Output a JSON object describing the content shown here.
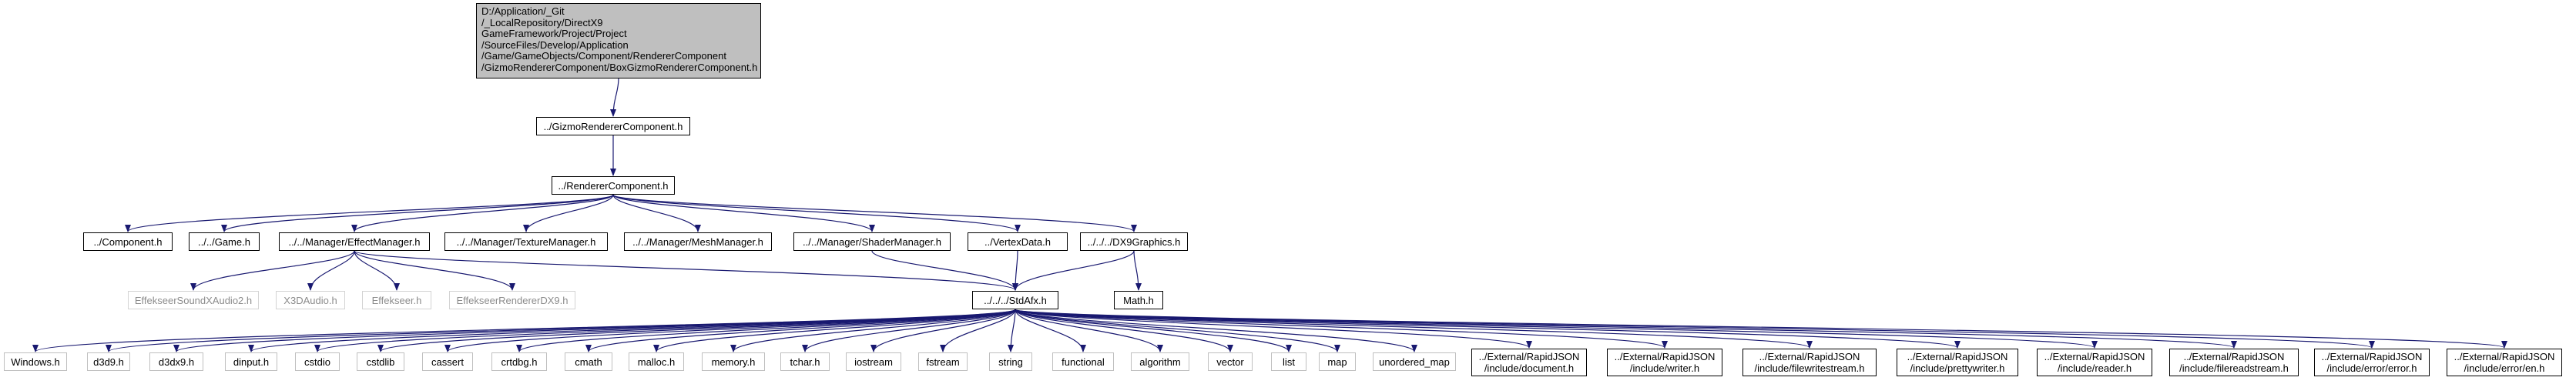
{
  "colors": {
    "root_fill": "#bfbfbf",
    "edge": "#191970",
    "node_border": "#000000",
    "system_border": "#bfbfbf",
    "external_text": "#8c8c8c"
  },
  "nodes": {
    "root": "D:/Application/_Git\n/_LocalRepository/DirectX9\nGameFramework/Project/Project\n/SourceFiles/Develop/Application\n/Game/GameObjects/Component/RendererComponent\n/GizmoRendererComponent/BoxGizmoRendererComponent.h",
    "gizmo": "../GizmoRendererComponent.h",
    "renderer": "../RendererComponent.h",
    "component": "../Component.h",
    "game": "../../Game.h",
    "effect_manager": "../../Manager/EffectManager.h",
    "texture_manager": "../../Manager/TextureManager.h",
    "mesh_manager": "../../Manager/MeshManager.h",
    "shader_manager": "../../Manager/ShaderManager.h",
    "vertex_data": "../VertexData.h",
    "dx9graphics": "../../../DX9Graphics.h",
    "effekseer_sound": "EffekseerSoundXAudio2.h",
    "x3daudio": "X3DAudio.h",
    "effekseer": "Effekseer.h",
    "effekseer_renderer": "EffekseerRendererDX9.h",
    "stdafx": "../../../StdAfx.h",
    "math": "Math.h",
    "windows": "Windows.h",
    "d3d9": "d3d9.h",
    "d3dx9": "d3dx9.h",
    "dinput": "dinput.h",
    "cstdio": "cstdio",
    "cstdlib": "cstdlib",
    "cassert": "cassert",
    "crtdbg": "crtdbg.h",
    "cmath": "cmath",
    "malloc": "malloc.h",
    "memory": "memory.h",
    "tchar": "tchar.h",
    "iostream": "iostream",
    "fstream": "fstream",
    "string": "string",
    "functional": "functional",
    "algorithm": "algorithm",
    "vector": "vector",
    "list": "list",
    "map": "map",
    "unordered_map": "unordered_map",
    "rj_document": "../External/RapidJSON\n/include/document.h",
    "rj_writer": "../External/RapidJSON\n/include/writer.h",
    "rj_filewritestream": "../External/RapidJSON\n/include/filewritestream.h",
    "rj_prettywriter": "../External/RapidJSON\n/include/prettywriter.h",
    "rj_reader": "../External/RapidJSON\n/include/reader.h",
    "rj_filereadstream": "../External/RapidJSON\n/include/filereadstream.h",
    "rj_error": "../External/RapidJSON\n/include/error/error.h",
    "rj_en": "../External/RapidJSON\n/include/error/en.h"
  },
  "edges": [
    [
      "root",
      "gizmo"
    ],
    [
      "gizmo",
      "renderer"
    ],
    [
      "renderer",
      "component"
    ],
    [
      "renderer",
      "game"
    ],
    [
      "renderer",
      "effect_manager"
    ],
    [
      "renderer",
      "texture_manager"
    ],
    [
      "renderer",
      "mesh_manager"
    ],
    [
      "renderer",
      "shader_manager"
    ],
    [
      "renderer",
      "vertex_data"
    ],
    [
      "renderer",
      "dx9graphics"
    ],
    [
      "effect_manager",
      "effekseer_sound"
    ],
    [
      "effect_manager",
      "x3daudio"
    ],
    [
      "effect_manager",
      "effekseer"
    ],
    [
      "effect_manager",
      "effekseer_renderer"
    ],
    [
      "effect_manager",
      "stdafx"
    ],
    [
      "shader_manager",
      "stdafx"
    ],
    [
      "vertex_data",
      "stdafx"
    ],
    [
      "dx9graphics",
      "stdafx"
    ],
    [
      "dx9graphics",
      "math"
    ],
    [
      "stdafx",
      "windows"
    ],
    [
      "stdafx",
      "d3d9"
    ],
    [
      "stdafx",
      "d3dx9"
    ],
    [
      "stdafx",
      "dinput"
    ],
    [
      "stdafx",
      "cstdio"
    ],
    [
      "stdafx",
      "cstdlib"
    ],
    [
      "stdafx",
      "cassert"
    ],
    [
      "stdafx",
      "crtdbg"
    ],
    [
      "stdafx",
      "cmath"
    ],
    [
      "stdafx",
      "malloc"
    ],
    [
      "stdafx",
      "memory"
    ],
    [
      "stdafx",
      "tchar"
    ],
    [
      "stdafx",
      "iostream"
    ],
    [
      "stdafx",
      "fstream"
    ],
    [
      "stdafx",
      "string"
    ],
    [
      "stdafx",
      "functional"
    ],
    [
      "stdafx",
      "algorithm"
    ],
    [
      "stdafx",
      "vector"
    ],
    [
      "stdafx",
      "list"
    ],
    [
      "stdafx",
      "map"
    ],
    [
      "stdafx",
      "unordered_map"
    ],
    [
      "stdafx",
      "rj_document"
    ],
    [
      "stdafx",
      "rj_writer"
    ],
    [
      "stdafx",
      "rj_filewritestream"
    ],
    [
      "stdafx",
      "rj_prettywriter"
    ],
    [
      "stdafx",
      "rj_reader"
    ],
    [
      "stdafx",
      "rj_filereadstream"
    ],
    [
      "stdafx",
      "rj_error"
    ],
    [
      "stdafx",
      "rj_en"
    ]
  ]
}
